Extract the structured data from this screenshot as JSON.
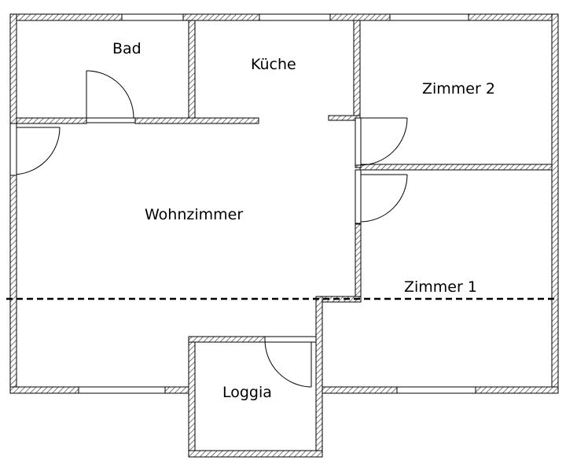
{
  "rooms": [
    {
      "key": "bad",
      "label": "Bad"
    },
    {
      "key": "kueche",
      "label": "Küche"
    },
    {
      "key": "zimmer2",
      "label": "Zimmer 2"
    },
    {
      "key": "wohnzimmer",
      "label": "Wohnzimmer"
    },
    {
      "key": "zimmer1",
      "label": "Zimmer 1"
    },
    {
      "key": "loggia",
      "label": "Loggia"
    }
  ],
  "colors": {
    "wall_stroke": "#000000",
    "wall_hatch": "#777777",
    "background": "#ffffff"
  }
}
